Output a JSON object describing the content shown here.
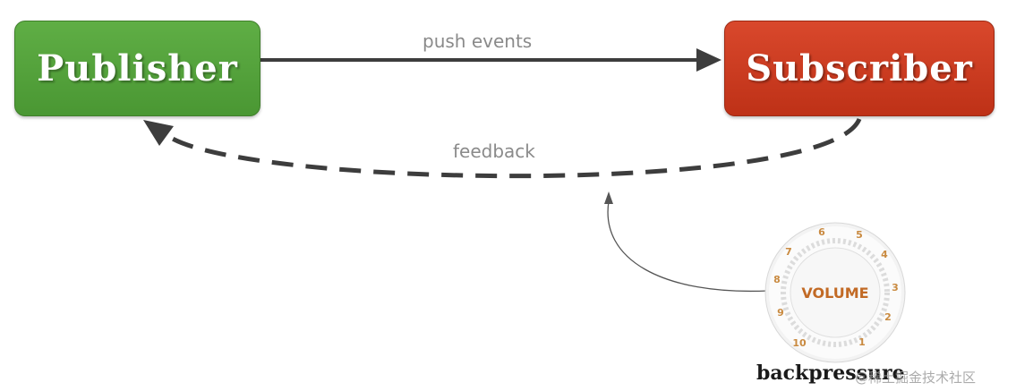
{
  "nodes": {
    "publisher": {
      "label": "Publisher",
      "color": "#4e9b36"
    },
    "subscriber": {
      "label": "Subscriber",
      "color": "#c9391d"
    }
  },
  "edges": {
    "push": {
      "label": "push events",
      "style": "solid",
      "from": "Publisher",
      "to": "Subscriber"
    },
    "feedback": {
      "label": "feedback",
      "style": "dashed",
      "from": "Subscriber",
      "to": "Publisher"
    }
  },
  "knob": {
    "label": "VOLUME",
    "scale": [
      "10",
      "9",
      "8",
      "7",
      "6",
      "5",
      "4",
      "3",
      "2",
      "1"
    ]
  },
  "caption": "backpressure",
  "watermark": "@稀土掘金技术社区"
}
